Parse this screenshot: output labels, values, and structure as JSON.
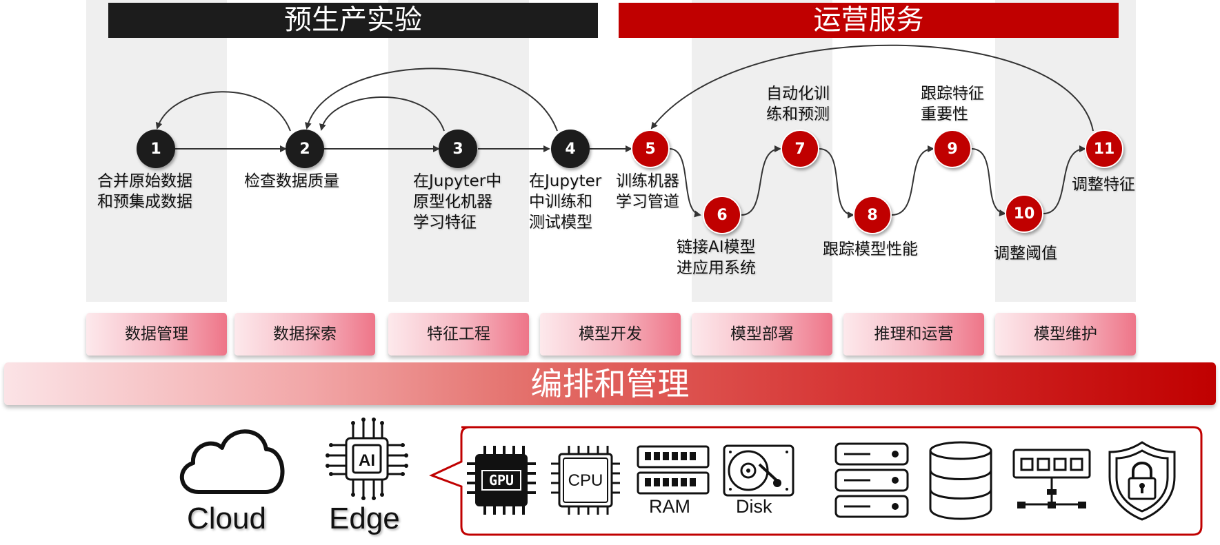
{
  "phases": {
    "pre_production": "预生产实验",
    "operations": "运营服务"
  },
  "steps": [
    {
      "num": "1",
      "label": "合并原始数据\n和预集成数据",
      "color": "black"
    },
    {
      "num": "2",
      "label": "检查数据质量",
      "color": "black"
    },
    {
      "num": "3",
      "label": "在Jupyter中\n原型化机器\n学习特征",
      "color": "black"
    },
    {
      "num": "4",
      "label": "在Jupyter\n中训练和\n测试模型",
      "color": "black"
    },
    {
      "num": "5",
      "label": "训练机器\n学习管道",
      "color": "red"
    },
    {
      "num": "6",
      "label": "链接AI模型\n进应用系统",
      "color": "red"
    },
    {
      "num": "7",
      "label": "自动化训\n练和预测",
      "color": "red"
    },
    {
      "num": "8",
      "label": "跟踪模型性能",
      "color": "red"
    },
    {
      "num": "9",
      "label": "跟踪特征\n重要性",
      "color": "red"
    },
    {
      "num": "10",
      "label": "调整阈值",
      "color": "red"
    },
    {
      "num": "11",
      "label": "调整特征",
      "color": "red"
    }
  ],
  "stages": [
    "数据管理",
    "数据探索",
    "特征工程",
    "模型开发",
    "模型部署",
    "推理和运营",
    "模型维护"
  ],
  "orchestration": "编排和管理",
  "infrastructure": {
    "cloud": "Cloud",
    "edge": "Edge",
    "edge_chip_text": "AI",
    "gpu_chip_text": "GPU",
    "cpu_chip_text": "CPU",
    "ram": "RAM",
    "disk": "Disk"
  },
  "colors": {
    "accent": "#c00000",
    "dark": "#1c1c1c"
  }
}
